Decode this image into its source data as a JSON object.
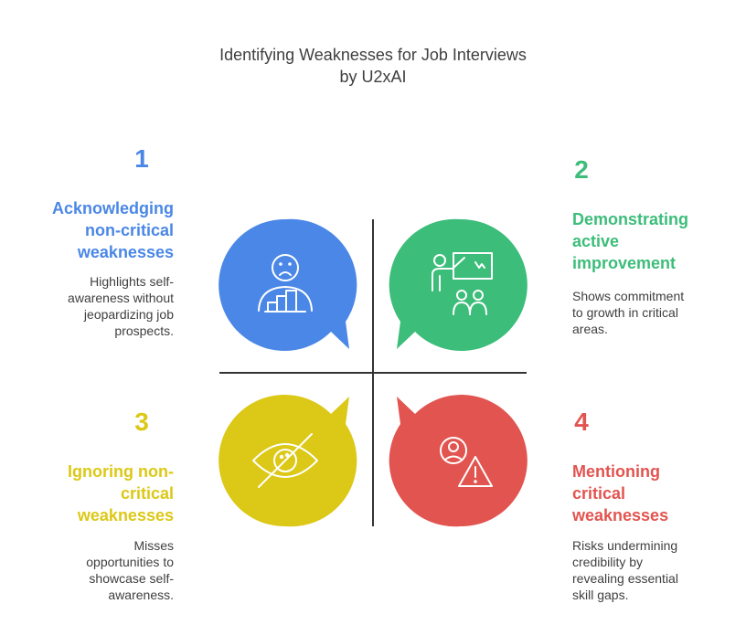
{
  "title": {
    "line1": "Identifying Weaknesses for Job Interviews",
    "line2": "by U2xAI"
  },
  "colors": {
    "blue": "#4a87e6",
    "green": "#3cbd7a",
    "yellow": "#dcc816",
    "red": "#e25450",
    "axis": "#333333"
  },
  "items": [
    {
      "number": "1",
      "heading_lines": [
        "Acknowledging",
        "non-critical",
        "weaknesses"
      ],
      "desc_lines": [
        "Highlights self-",
        "awareness without",
        "jeopardizing job",
        "prospects."
      ],
      "icon": "person-sad-with-chart-icon"
    },
    {
      "number": "2",
      "heading_lines": [
        "Demonstrating",
        "active",
        "improvement"
      ],
      "desc_lines": [
        "Shows commitment",
        "to growth in critical",
        "areas."
      ],
      "icon": "presentation-teaching-icon"
    },
    {
      "number": "3",
      "heading_lines": [
        "Ignoring non-",
        "critical",
        "weaknesses"
      ],
      "desc_lines": [
        "Misses",
        "opportunities to",
        "showcase self-",
        "awareness."
      ],
      "icon": "eye-crossed-icon"
    },
    {
      "number": "4",
      "heading_lines": [
        "Mentioning",
        "critical",
        "weaknesses"
      ],
      "desc_lines": [
        "Risks undermining",
        "credibility by",
        "revealing essential",
        "skill gaps."
      ],
      "icon": "person-warning-icon"
    }
  ]
}
